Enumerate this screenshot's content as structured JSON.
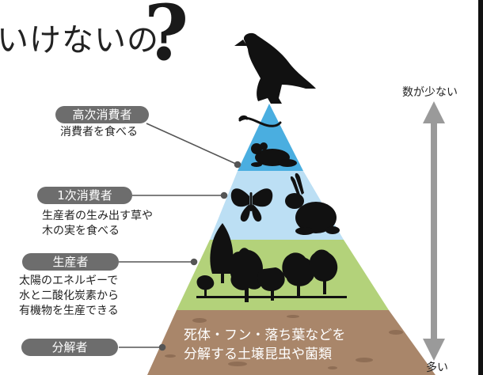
{
  "title": "いけないの",
  "question_mark": "?",
  "scale": {
    "top_label": "数が少ない",
    "bottom_label": "多い"
  },
  "levels": [
    {
      "label": "高次消費者",
      "description": "消費者を食べる",
      "color": "#4aaee0"
    },
    {
      "label": "1次消費者",
      "description": "生産者の生み出す草や\n木の実を食べる",
      "color": "#b6dcf3"
    },
    {
      "label": "生産者",
      "description": "太陽のエネルギーで\n水と二酸化炭素から\n有機物を生産できる",
      "color": "#b3d27a"
    },
    {
      "label": "分解者",
      "description": "死体・フン・落ち葉などを\n分解する土壌昆虫や菌類",
      "color": "#a9866a"
    }
  ],
  "icons": [
    "eagle-icon",
    "snake-icon",
    "frog-icon",
    "butterfly-icon",
    "rabbit-icon",
    "tree-icon"
  ]
}
